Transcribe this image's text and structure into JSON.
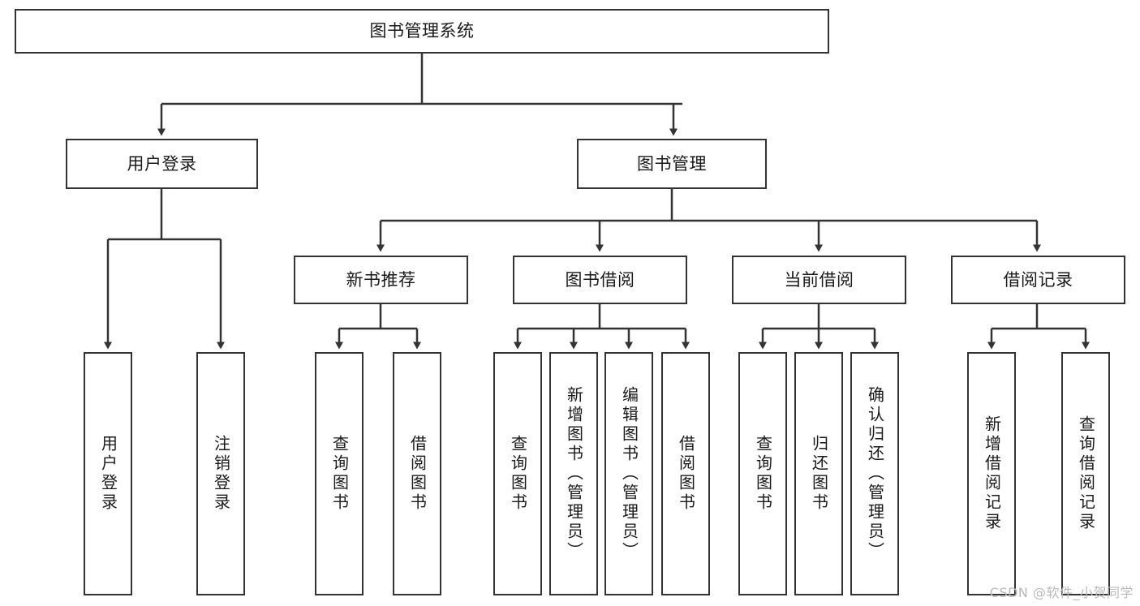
{
  "diagram": {
    "type": "tree-hierarchy-chart",
    "title": "图书管理系统",
    "watermark": "CSDN @软件_小贺同学",
    "colors": {
      "background": "#ffffff",
      "box_border": "#333333",
      "box_fill": "#ffffff",
      "connector": "#333333",
      "text": "#1a1a1a",
      "watermark_text": "#b9b9b9"
    },
    "nodes": {
      "root": {
        "label": "图书管理系统"
      },
      "level1": [
        {
          "id": "user-login",
          "label": "用户登录"
        },
        {
          "id": "book-management",
          "label": "图书管理"
        }
      ],
      "level2": [
        {
          "id": "new-book-recommend",
          "label": "新书推荐"
        },
        {
          "id": "book-borrow",
          "label": "图书借阅"
        },
        {
          "id": "current-borrow",
          "label": "当前借阅"
        },
        {
          "id": "borrow-record",
          "label": "借阅记录"
        }
      ],
      "leaves": {
        "user_login": [
          {
            "id": "leaf-user-login",
            "label": "用户登录"
          },
          {
            "id": "leaf-logout-login",
            "label": "注销登录"
          }
        ],
        "new_book_recommend": [
          {
            "id": "leaf-query-book-1",
            "label": "查询图书"
          },
          {
            "id": "leaf-borrow-book-1",
            "label": "借阅图书"
          }
        ],
        "book_borrow": [
          {
            "id": "leaf-query-book-2",
            "label": "查询图书"
          },
          {
            "id": "leaf-add-book",
            "label": "新增图书（管理员）"
          },
          {
            "id": "leaf-edit-book",
            "label": "编辑图书（管理员）"
          },
          {
            "id": "leaf-borrow-book-2",
            "label": "借阅图书"
          }
        ],
        "current_borrow": [
          {
            "id": "leaf-query-book-3",
            "label": "查询图书"
          },
          {
            "id": "leaf-return-book",
            "label": "归还图书"
          },
          {
            "id": "leaf-confirm-return",
            "label": "确认归还（管理员）"
          }
        ],
        "borrow_record": [
          {
            "id": "leaf-add-record",
            "label": "新增借阅记录"
          },
          {
            "id": "leaf-query-record",
            "label": "查询借阅记录"
          }
        ]
      }
    }
  }
}
